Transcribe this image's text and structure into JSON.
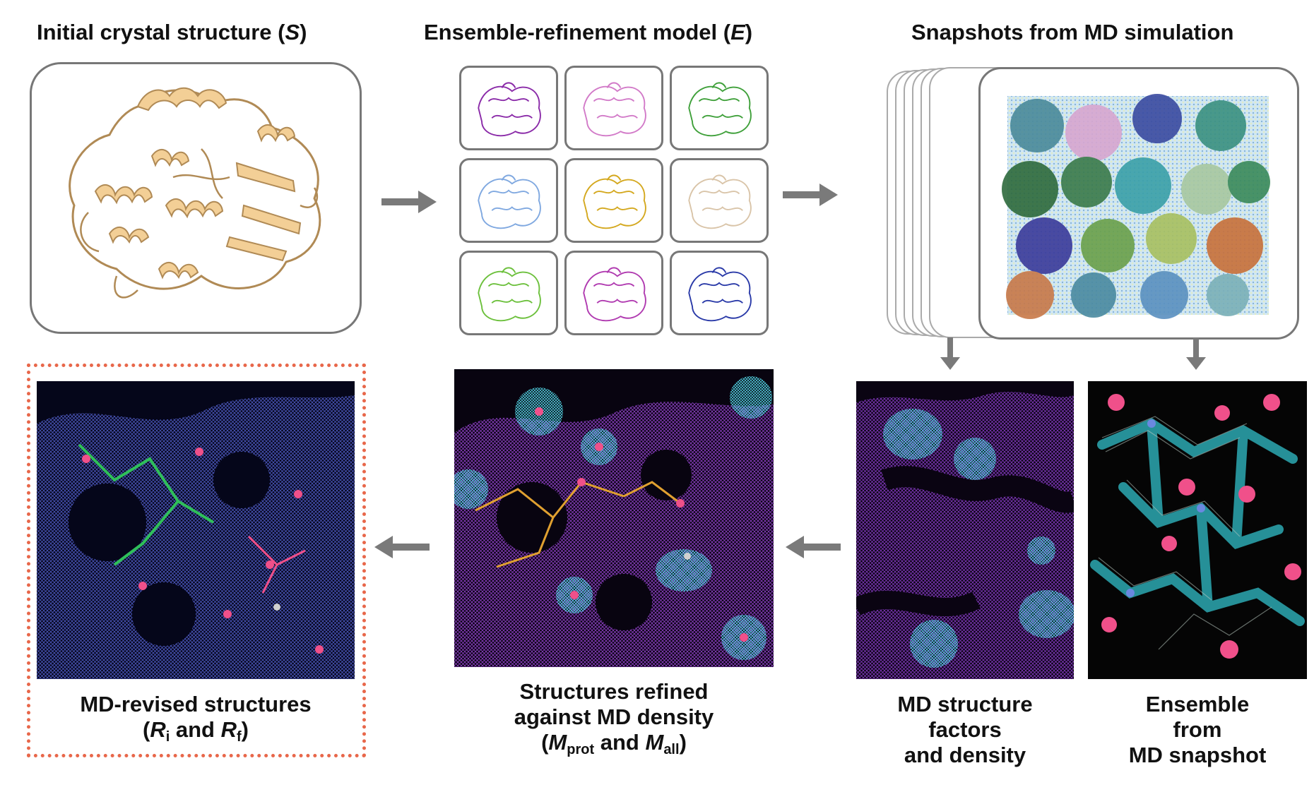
{
  "titles": {
    "initial": "Initial crystal structure (",
    "initial_sym": "S",
    "initial_end": ")",
    "ensemble": "Ensemble-refinement model (",
    "ensemble_sym": "E",
    "ensemble_end": ")",
    "snapshots": "Snapshots from MD simulation"
  },
  "captions": {
    "md_revised_line1": "MD-revised structures",
    "md_revised_open": "(",
    "r_i": "R",
    "r_i_sub": "i",
    "and1": " and ",
    "r_f": "R",
    "r_f_sub": "f",
    "md_revised_close": ")",
    "refined_line1": "Structures refined",
    "refined_line2": "against MD density",
    "m_open": "(",
    "m_prot": "M",
    "m_prot_sub": "prot",
    "and2": " and ",
    "m_all": "M",
    "m_all_sub": "all",
    "m_close": ")",
    "factors_line1": "MD structure",
    "factors_line2": "factors",
    "factors_line3": "and density",
    "ensemble_line1": "Ensemble",
    "ensemble_line2": "from",
    "ensemble_line3": "MD snapshot"
  },
  "colors": {
    "structure_tan": "#f3cf96",
    "ensemble_tiles": [
      "#8a2aa8",
      "#d27ac8",
      "#3fa03a",
      "#7fa8e0",
      "#d4a81e",
      "#d9c4a8",
      "#6cc03c",
      "#b03ab0",
      "#2a3aa8"
    ],
    "highlight_border": "#e8674a",
    "mesh_blue": "#3b48c8",
    "mesh_purple": "#9b3ae0",
    "water_cyan": "#3fc8d8",
    "atom_pink": "#f0508a",
    "arrow_gray": "#7a7a7a"
  }
}
